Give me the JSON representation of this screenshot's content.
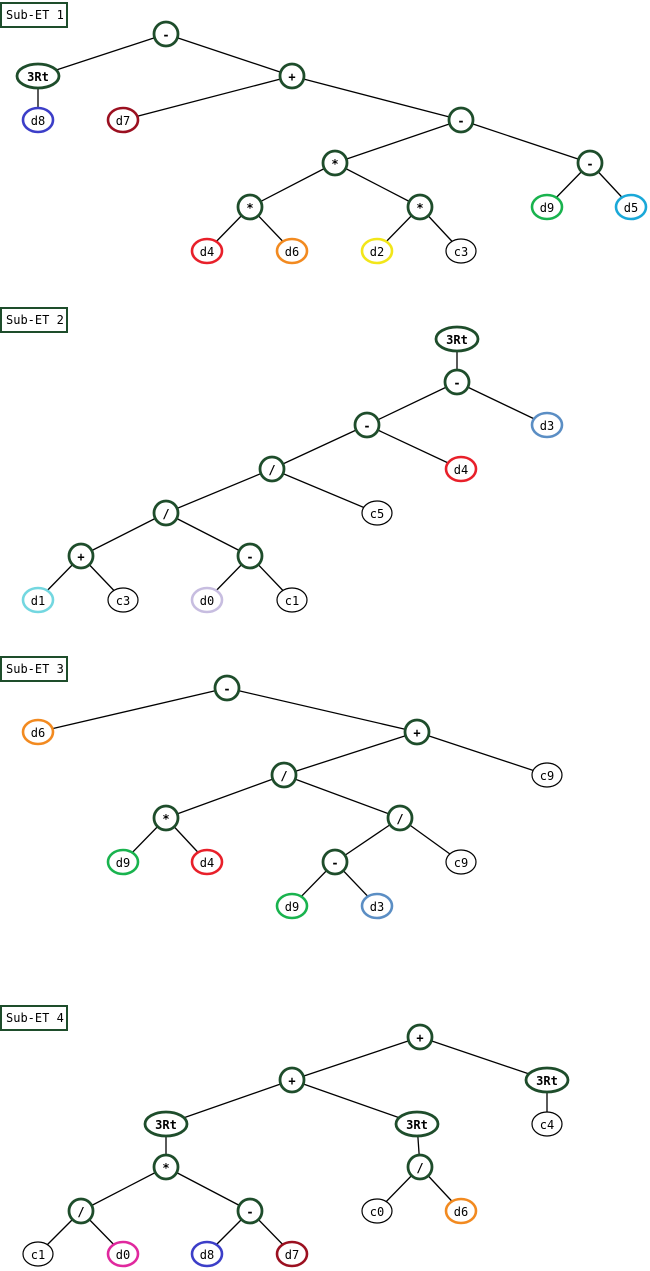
{
  "colors": {
    "operator_border": "#1e4d2b",
    "constant_border": "#000000",
    "d0": "#c7bde0",
    "d0_alt": "#e0289e",
    "d1": "#73d7e0",
    "d2": "#f2e61a",
    "d3": "#5b8ec4",
    "d4": "#e8202a",
    "d5": "#1aa8d8",
    "d6": "#f28a20",
    "d7": "#9b1020",
    "d8": "#3c3ec8",
    "d9": "#19b34e"
  },
  "trees": [
    {
      "title": "Sub-ET 1",
      "nodes": [
        {
          "id": "t1n1",
          "label": "-",
          "kind": "op"
        },
        {
          "id": "t1n2",
          "label": "3Rt",
          "kind": "op"
        },
        {
          "id": "t1n3",
          "label": "+",
          "kind": "op"
        },
        {
          "id": "t1n4",
          "label": "d8",
          "kind": "var",
          "color": "#3c3ec8"
        },
        {
          "id": "t1n5",
          "label": "d7",
          "kind": "var",
          "color": "#9b1020"
        },
        {
          "id": "t1n6",
          "label": "-",
          "kind": "op"
        },
        {
          "id": "t1n7",
          "label": "*",
          "kind": "op"
        },
        {
          "id": "t1n8",
          "label": "-",
          "kind": "op"
        },
        {
          "id": "t1n9",
          "label": "*",
          "kind": "op"
        },
        {
          "id": "t1n10",
          "label": "*",
          "kind": "op"
        },
        {
          "id": "t1n11",
          "label": "d9",
          "kind": "var",
          "color": "#19b34e"
        },
        {
          "id": "t1n12",
          "label": "d5",
          "kind": "var",
          "color": "#1aa8d8"
        },
        {
          "id": "t1n13",
          "label": "d4",
          "kind": "var",
          "color": "#e8202a"
        },
        {
          "id": "t1n14",
          "label": "d6",
          "kind": "var",
          "color": "#f28a20"
        },
        {
          "id": "t1n15",
          "label": "d2",
          "kind": "var",
          "color": "#f2e61a"
        },
        {
          "id": "t1n16",
          "label": "c3",
          "kind": "const"
        }
      ],
      "edges": [
        [
          "t1n1",
          "t1n2"
        ],
        [
          "t1n1",
          "t1n3"
        ],
        [
          "t1n2",
          "t1n4"
        ],
        [
          "t1n3",
          "t1n5"
        ],
        [
          "t1n3",
          "t1n6"
        ],
        [
          "t1n6",
          "t1n7"
        ],
        [
          "t1n6",
          "t1n8"
        ],
        [
          "t1n7",
          "t1n9"
        ],
        [
          "t1n7",
          "t1n10"
        ],
        [
          "t1n8",
          "t1n11"
        ],
        [
          "t1n8",
          "t1n12"
        ],
        [
          "t1n9",
          "t1n13"
        ],
        [
          "t1n9",
          "t1n14"
        ],
        [
          "t1n10",
          "t1n15"
        ],
        [
          "t1n10",
          "t1n16"
        ]
      ]
    },
    {
      "title": "Sub-ET 2",
      "nodes": [
        {
          "id": "t2n1",
          "label": "3Rt",
          "kind": "op"
        },
        {
          "id": "t2n2",
          "label": "-",
          "kind": "op"
        },
        {
          "id": "t2n3",
          "label": "-",
          "kind": "op"
        },
        {
          "id": "t2n4",
          "label": "d3",
          "kind": "var",
          "color": "#5b8ec4"
        },
        {
          "id": "t2n5",
          "label": "/",
          "kind": "op"
        },
        {
          "id": "t2n6",
          "label": "d4",
          "kind": "var",
          "color": "#e8202a"
        },
        {
          "id": "t2n7",
          "label": "/",
          "kind": "op"
        },
        {
          "id": "t2n8",
          "label": "c5",
          "kind": "const"
        },
        {
          "id": "t2n9",
          "label": "+",
          "kind": "op"
        },
        {
          "id": "t2n10",
          "label": "-",
          "kind": "op"
        },
        {
          "id": "t2n11",
          "label": "d1",
          "kind": "var",
          "color": "#73d7e0"
        },
        {
          "id": "t2n12",
          "label": "c3",
          "kind": "const"
        },
        {
          "id": "t2n13",
          "label": "d0",
          "kind": "var",
          "color": "#c7bde0"
        },
        {
          "id": "t2n14",
          "label": "c1",
          "kind": "const"
        }
      ],
      "edges": [
        [
          "t2n1",
          "t2n2"
        ],
        [
          "t2n2",
          "t2n3"
        ],
        [
          "t2n2",
          "t2n4"
        ],
        [
          "t2n3",
          "t2n5"
        ],
        [
          "t2n3",
          "t2n6"
        ],
        [
          "t2n5",
          "t2n7"
        ],
        [
          "t2n5",
          "t2n8"
        ],
        [
          "t2n7",
          "t2n9"
        ],
        [
          "t2n7",
          "t2n10"
        ],
        [
          "t2n9",
          "t2n11"
        ],
        [
          "t2n9",
          "t2n12"
        ],
        [
          "t2n10",
          "t2n13"
        ],
        [
          "t2n10",
          "t2n14"
        ]
      ]
    },
    {
      "title": "Sub-ET 3",
      "nodes": [
        {
          "id": "t3n1",
          "label": "-",
          "kind": "op"
        },
        {
          "id": "t3n2",
          "label": "d6",
          "kind": "var",
          "color": "#f28a20"
        },
        {
          "id": "t3n3",
          "label": "+",
          "kind": "op"
        },
        {
          "id": "t3n4",
          "label": "/",
          "kind": "op"
        },
        {
          "id": "t3n5",
          "label": "c9",
          "kind": "const"
        },
        {
          "id": "t3n6",
          "label": "*",
          "kind": "op"
        },
        {
          "id": "t3n7",
          "label": "/",
          "kind": "op"
        },
        {
          "id": "t3n8",
          "label": "d9",
          "kind": "var",
          "color": "#19b34e"
        },
        {
          "id": "t3n9",
          "label": "d4",
          "kind": "var",
          "color": "#e8202a"
        },
        {
          "id": "t3n10",
          "label": "-",
          "kind": "op"
        },
        {
          "id": "t3n11",
          "label": "c9",
          "kind": "const"
        },
        {
          "id": "t3n12",
          "label": "d9",
          "kind": "var",
          "color": "#19b34e"
        },
        {
          "id": "t3n13",
          "label": "d3",
          "kind": "var",
          "color": "#5b8ec4"
        }
      ],
      "edges": [
        [
          "t3n1",
          "t3n2"
        ],
        [
          "t3n1",
          "t3n3"
        ],
        [
          "t3n3",
          "t3n4"
        ],
        [
          "t3n3",
          "t3n5"
        ],
        [
          "t3n4",
          "t3n6"
        ],
        [
          "t3n4",
          "t3n7"
        ],
        [
          "t3n6",
          "t3n8"
        ],
        [
          "t3n6",
          "t3n9"
        ],
        [
          "t3n7",
          "t3n10"
        ],
        [
          "t3n7",
          "t3n11"
        ],
        [
          "t3n10",
          "t3n12"
        ],
        [
          "t3n10",
          "t3n13"
        ]
      ]
    },
    {
      "title": "Sub-ET 4",
      "nodes": [
        {
          "id": "t4n1",
          "label": "+",
          "kind": "op"
        },
        {
          "id": "t4n2",
          "label": "+",
          "kind": "op"
        },
        {
          "id": "t4n3",
          "label": "3Rt",
          "kind": "op"
        },
        {
          "id": "t4n4",
          "label": "3Rt",
          "kind": "op"
        },
        {
          "id": "t4n5",
          "label": "3Rt",
          "kind": "op"
        },
        {
          "id": "t4n6",
          "label": "c4",
          "kind": "const"
        },
        {
          "id": "t4n7",
          "label": "*",
          "kind": "op"
        },
        {
          "id": "t4n8",
          "label": "/",
          "kind": "op"
        },
        {
          "id": "t4n9",
          "label": "/",
          "kind": "op"
        },
        {
          "id": "t4n10",
          "label": "-",
          "kind": "op"
        },
        {
          "id": "t4n11",
          "label": "c0",
          "kind": "const"
        },
        {
          "id": "t4n12",
          "label": "d6",
          "kind": "var",
          "color": "#f28a20"
        },
        {
          "id": "t4n13",
          "label": "c1",
          "kind": "const"
        },
        {
          "id": "t4n14",
          "label": "d0",
          "kind": "var",
          "color": "#e0289e"
        },
        {
          "id": "t4n15",
          "label": "d8",
          "kind": "var",
          "color": "#3c3ec8"
        },
        {
          "id": "t4n16",
          "label": "d7",
          "kind": "var",
          "color": "#9b1020"
        }
      ],
      "edges": [
        [
          "t4n1",
          "t4n2"
        ],
        [
          "t4n1",
          "t4n3"
        ],
        [
          "t4n3",
          "t4n6"
        ],
        [
          "t4n2",
          "t4n4"
        ],
        [
          "t4n2",
          "t4n5"
        ],
        [
          "t4n4",
          "t4n7"
        ],
        [
          "t4n5",
          "t4n8"
        ],
        [
          "t4n7",
          "t4n9"
        ],
        [
          "t4n7",
          "t4n10"
        ],
        [
          "t4n8",
          "t4n11"
        ],
        [
          "t4n8",
          "t4n12"
        ],
        [
          "t4n9",
          "t4n13"
        ],
        [
          "t4n9",
          "t4n14"
        ],
        [
          "t4n10",
          "t4n15"
        ],
        [
          "t4n10",
          "t4n16"
        ]
      ]
    }
  ]
}
